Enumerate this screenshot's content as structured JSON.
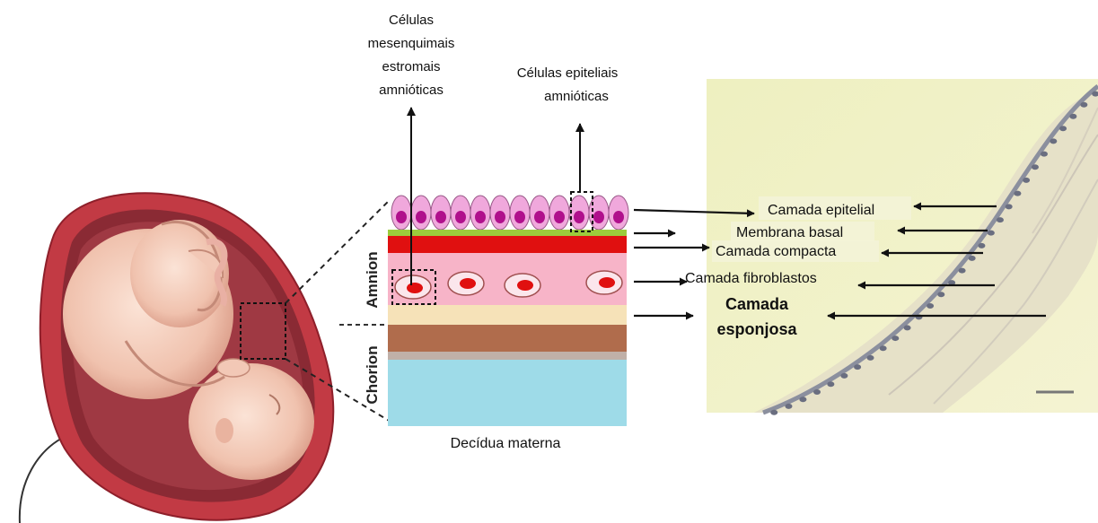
{
  "labels": {
    "mesenchymal_line1": "Células",
    "mesenchymal_line2": "mesenquimais",
    "mesenchymal_line3": "estromais",
    "mesenchymal_line4": "amnióticas",
    "epithelial_cells_line1": "Células epiteliais",
    "epithelial_cells_line2": "amnióticas",
    "amnion": "Amnion",
    "chorion": "Chorion",
    "decidua": "Decídua materna",
    "layer_epithelial": "Camada epitelial",
    "layer_basal": "Membrana basal",
    "layer_compact": "Camada compacta",
    "layer_fibroblast": "Camada fibroblastos",
    "layer_spongy_line1": "Camada",
    "layer_spongy_line2": "esponjosa"
  },
  "colors": {
    "epithelial_cell": "#f0a8dc",
    "cell_nucleus": "#b0108c",
    "basal_membrane": "#9ccc3c",
    "compact_layer": "#e01010",
    "fibroblast_layer": "#f7b4c8",
    "spongy_layer": "#f6e2b8",
    "chorion_brown": "#b06c4c",
    "chorion_grey": "#c0b0a8",
    "decidua": "#9edbe8",
    "micrograph_bg": "#f1f2c6",
    "uterus_wall": "#c23a44"
  }
}
